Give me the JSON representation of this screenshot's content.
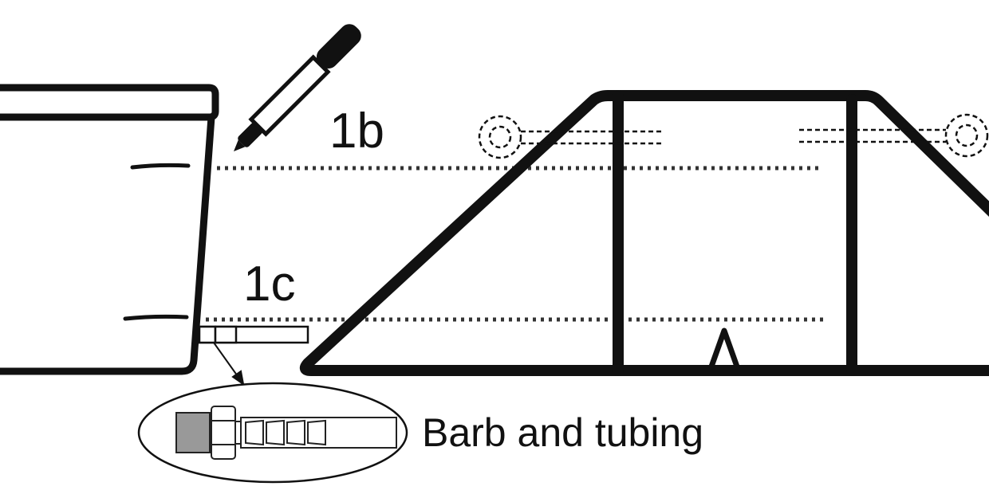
{
  "labels": {
    "step_1b": "1b",
    "step_1c": "1c",
    "callout": "Barb and tubing"
  },
  "icons": [
    "marker-pen-icon",
    "bucket-icon",
    "frame-icon",
    "bolt-hole-icon",
    "barb-fitting-icon"
  ],
  "colors": {
    "ink": "#111111",
    "background": "#ffffff"
  }
}
